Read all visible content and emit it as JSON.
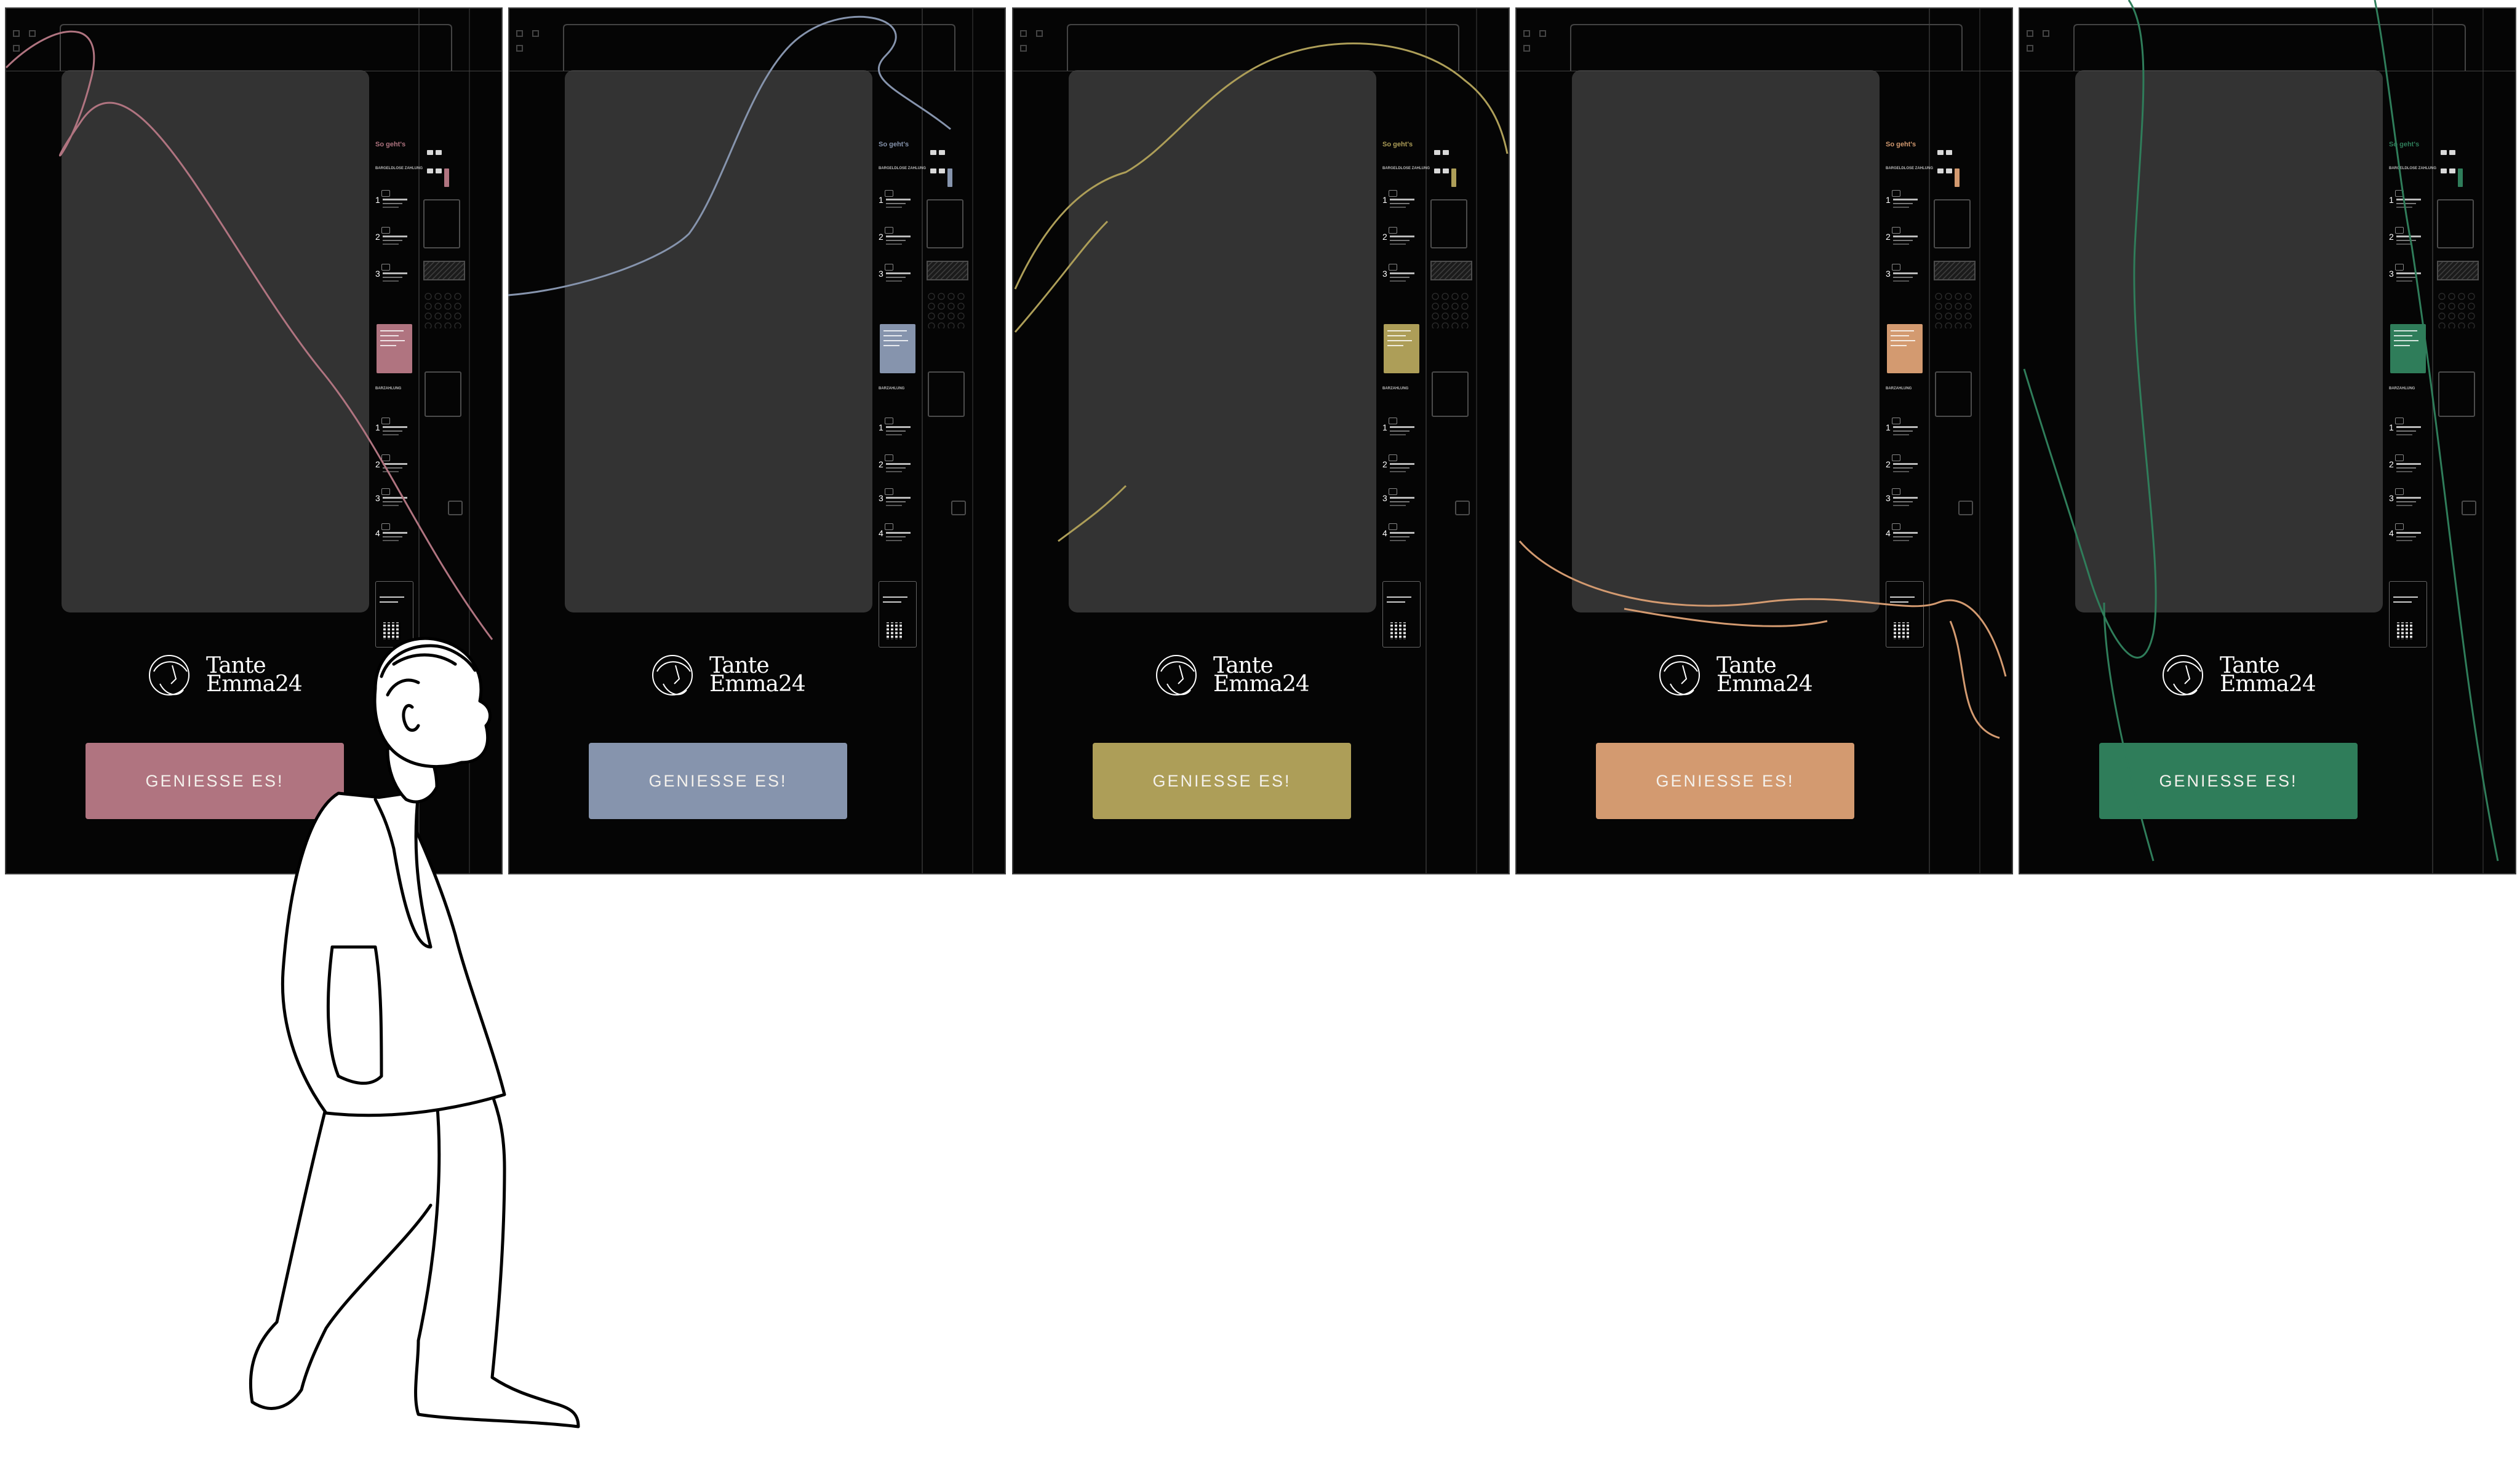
{
  "brand": {
    "name_line1": "Tante",
    "name_line2": "Emma24"
  },
  "instructions": {
    "title": "So geht's",
    "subtitle_payment": "BARGELDLOSE ZAHLUNG",
    "subtitle_cash": "BARZAHLUNG"
  },
  "machines": [
    {
      "id": "rose",
      "accent": "#b07480",
      "cta": "GENIESSE ES!"
    },
    {
      "id": "slate",
      "accent": "#8694ad",
      "cta": "GENIESSE ES!"
    },
    {
      "id": "olive",
      "accent": "#ad9e58",
      "cta": "GENIESSE ES!"
    },
    {
      "id": "peach",
      "accent": "#d39a70",
      "cta": "GENIESSE ES!"
    },
    {
      "id": "green",
      "accent": "#2f7d5a",
      "cta": "GENIESSE ES!"
    }
  ]
}
